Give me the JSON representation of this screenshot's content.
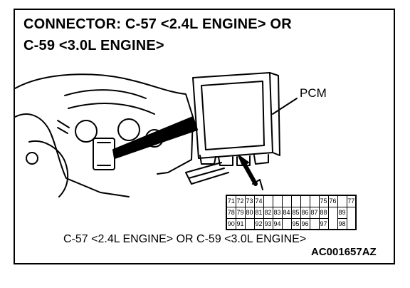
{
  "title_line1": "CONNECTOR: C-57 <2.4L ENGINE> OR",
  "title_line2": "C-59 <3.0L ENGINE>",
  "component_label": "PCM",
  "caption": "C-57 <2.4L ENGINE> OR C-59 <3.0L ENGINE>",
  "figure_code": "AC001657AZ",
  "connector_pins": {
    "row1": [
      "71",
      "72",
      "73",
      "74",
      "",
      "",
      "",
      "",
      "",
      "",
      "75",
      "76",
      "",
      "77"
    ],
    "row2": [
      "78",
      "79",
      "80",
      "81",
      "82",
      "83",
      "84",
      "85",
      "86",
      "87",
      "88",
      "",
      "89",
      ""
    ],
    "row3": [
      "90",
      "91",
      "",
      "92",
      "93",
      "94",
      "",
      "95",
      "96",
      "",
      "97",
      "",
      "98",
      ""
    ]
  }
}
